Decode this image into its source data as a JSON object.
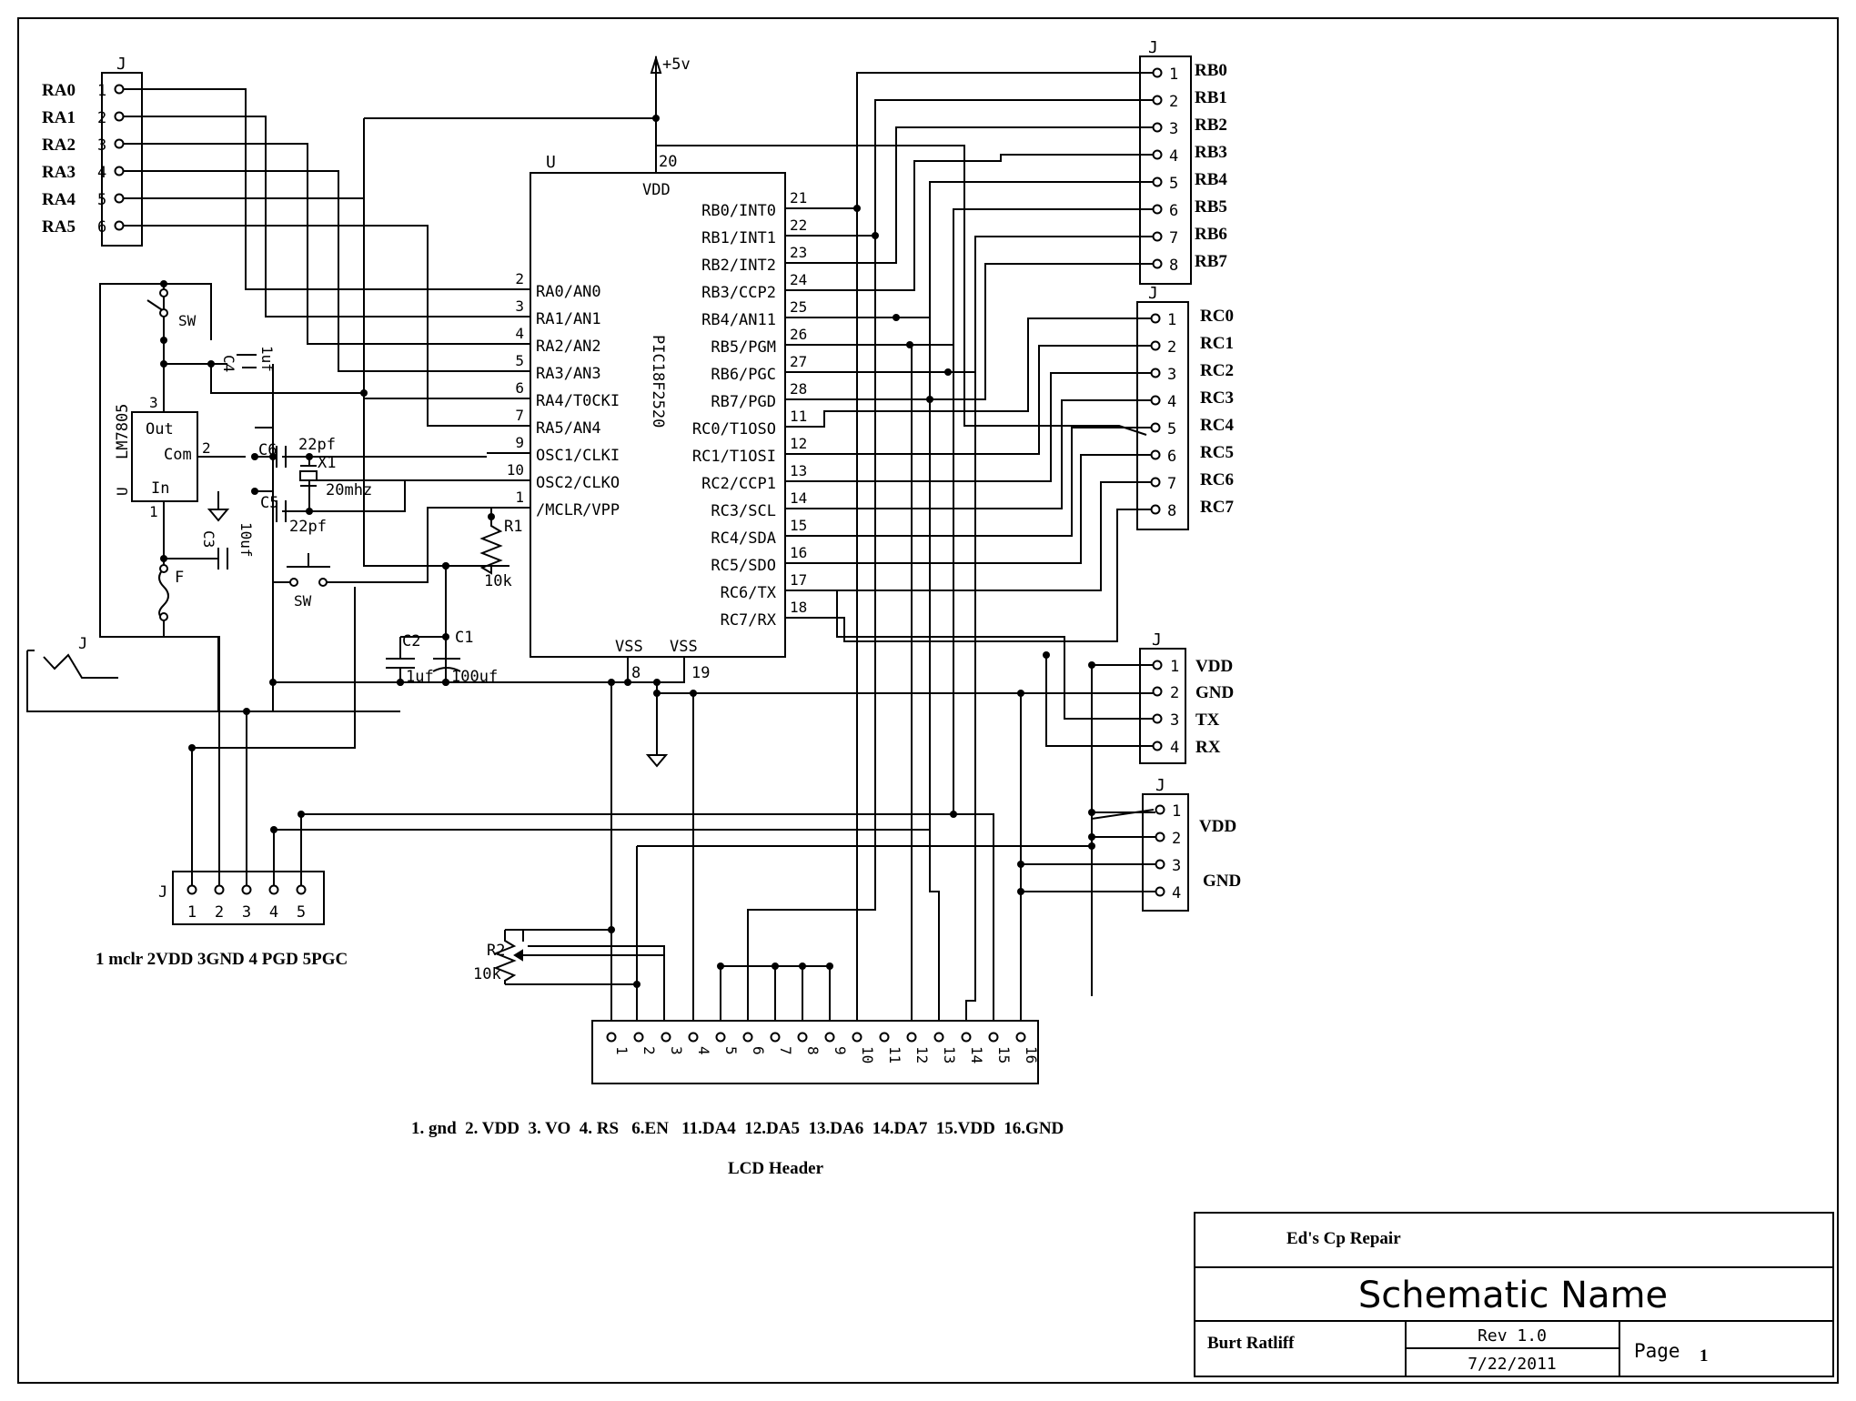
{
  "components": {
    "ra_header": {
      "ref": "J",
      "nets": [
        "RA0",
        "RA1",
        "RA2",
        "RA3",
        "RA4",
        "RA5"
      ],
      "pins": [
        "1",
        "2",
        "3",
        "4",
        "5",
        "6"
      ]
    },
    "rb_header": {
      "ref": "J",
      "nets": [
        "RB0",
        "RB1",
        "RB2",
        "RB3",
        "RB4",
        "RB5",
        "RB6",
        "RB7"
      ],
      "pins": [
        "1",
        "2",
        "3",
        "4",
        "5",
        "6",
        "7",
        "8"
      ]
    },
    "rc_header": {
      "ref": "J",
      "nets": [
        "RC0",
        "RC1",
        "RC2",
        "RC3",
        "RC4",
        "RC5",
        "RC6",
        "RC7"
      ],
      "pins": [
        "1",
        "2",
        "3",
        "4",
        "5",
        "6",
        "7",
        "8"
      ]
    },
    "serial_header": {
      "ref": "J",
      "nets": [
        "VDD",
        "GND",
        "TX",
        "RX"
      ],
      "pins": [
        "1",
        "2",
        "3",
        "4"
      ]
    },
    "power_header": {
      "ref": "J",
      "nets": [
        "VDD",
        "GND"
      ],
      "pins": [
        "1",
        "2",
        "3",
        "4"
      ]
    },
    "icsp_header": {
      "ref": "J",
      "pins": [
        "1",
        "2",
        "3",
        "4",
        "5"
      ],
      "caption": "1 mclr 2VDD 3GND 4 PGD 5PGC"
    },
    "lcd_header": {
      "ref": "",
      "pins": [
        "1",
        "2",
        "3",
        "4",
        "5",
        "6",
        "7",
        "8",
        "9",
        "10",
        "11",
        "12",
        "13",
        "14",
        "15",
        "16"
      ],
      "legend": "1. gnd  2. VDD  3. VO  4. RS   6.EN   11.DA4  12.DA5  13.DA6  14.DA7  15.VDD  16.GND",
      "caption": "LCD Header"
    },
    "mcu": {
      "ref": "U",
      "part": "PIC18F2520",
      "vdd": "VDD",
      "vss1": "VSS",
      "vss2": "VSS",
      "vdd_pin": "20",
      "vss1_pin": "8",
      "vss2_pin": "19",
      "left_pins": [
        {
          "num": "2",
          "name": "RA0/AN0"
        },
        {
          "num": "3",
          "name": "RA1/AN1"
        },
        {
          "num": "4",
          "name": "RA2/AN2"
        },
        {
          "num": "5",
          "name": "RA3/AN3"
        },
        {
          "num": "6",
          "name": "RA4/T0CKI"
        },
        {
          "num": "7",
          "name": "RA5/AN4"
        },
        {
          "num": "9",
          "name": "OSC1/CLKI"
        },
        {
          "num": "10",
          "name": "OSC2/CLKO"
        },
        {
          "num": "1",
          "name": "/MCLR/VPP"
        }
      ],
      "right_pins": [
        {
          "num": "21",
          "name": "RB0/INT0"
        },
        {
          "num": "22",
          "name": "RB1/INT1"
        },
        {
          "num": "23",
          "name": "RB2/INT2"
        },
        {
          "num": "24",
          "name": "RB3/CCP2"
        },
        {
          "num": "25",
          "name": "RB4/AN11"
        },
        {
          "num": "26",
          "name": "RB5/PGM"
        },
        {
          "num": "27",
          "name": "RB6/PGC"
        },
        {
          "num": "28",
          "name": "RB7/PGD"
        },
        {
          "num": "11",
          "name": "RC0/T1OSO"
        },
        {
          "num": "12",
          "name": "RC1/T1OSI"
        },
        {
          "num": "13",
          "name": "RC2/CCP1"
        },
        {
          "num": "14",
          "name": "RC3/SCL"
        },
        {
          "num": "15",
          "name": "RC4/SDA"
        },
        {
          "num": "16",
          "name": "RC5/SDO"
        },
        {
          "num": "17",
          "name": "RC6/TX"
        },
        {
          "num": "18",
          "name": "RC7/RX"
        }
      ]
    },
    "regulator": {
      "ref": "U",
      "part": "LM7805",
      "out": "Out",
      "com": "Com",
      "in": "In",
      "pin_out": "3",
      "pin_com": "2",
      "pin_in": "1"
    },
    "supply_label": "+5v",
    "c4": {
      "ref": "C4",
      "value": "1uf"
    },
    "c6": {
      "ref": "C6",
      "value": "22pf"
    },
    "c5": {
      "ref": "C5",
      "value": "22pf"
    },
    "c3": {
      "ref": "C3",
      "value": "10uf"
    },
    "c2": {
      "ref": "C2",
      "value": "1uf"
    },
    "c1": {
      "ref": "C1",
      "value": "100uf"
    },
    "x1": {
      "ref": "X1",
      "value": "20mhz"
    },
    "r1": {
      "ref": "R1",
      "value": "10k"
    },
    "r2": {
      "ref": "R2",
      "value": "10k"
    },
    "sw1": {
      "ref": "SW"
    },
    "sw2": {
      "ref": "SW"
    },
    "fuse": {
      "ref": "F"
    },
    "jack": {
      "ref": "J"
    }
  },
  "title_block": {
    "company": "Ed's Cp Repair",
    "schematic_name": "Schematic Name",
    "author": "Burt Ratliff",
    "revision": "Rev 1.0",
    "date": "7/22/2011",
    "page_label": "Page",
    "page_number": "1"
  }
}
